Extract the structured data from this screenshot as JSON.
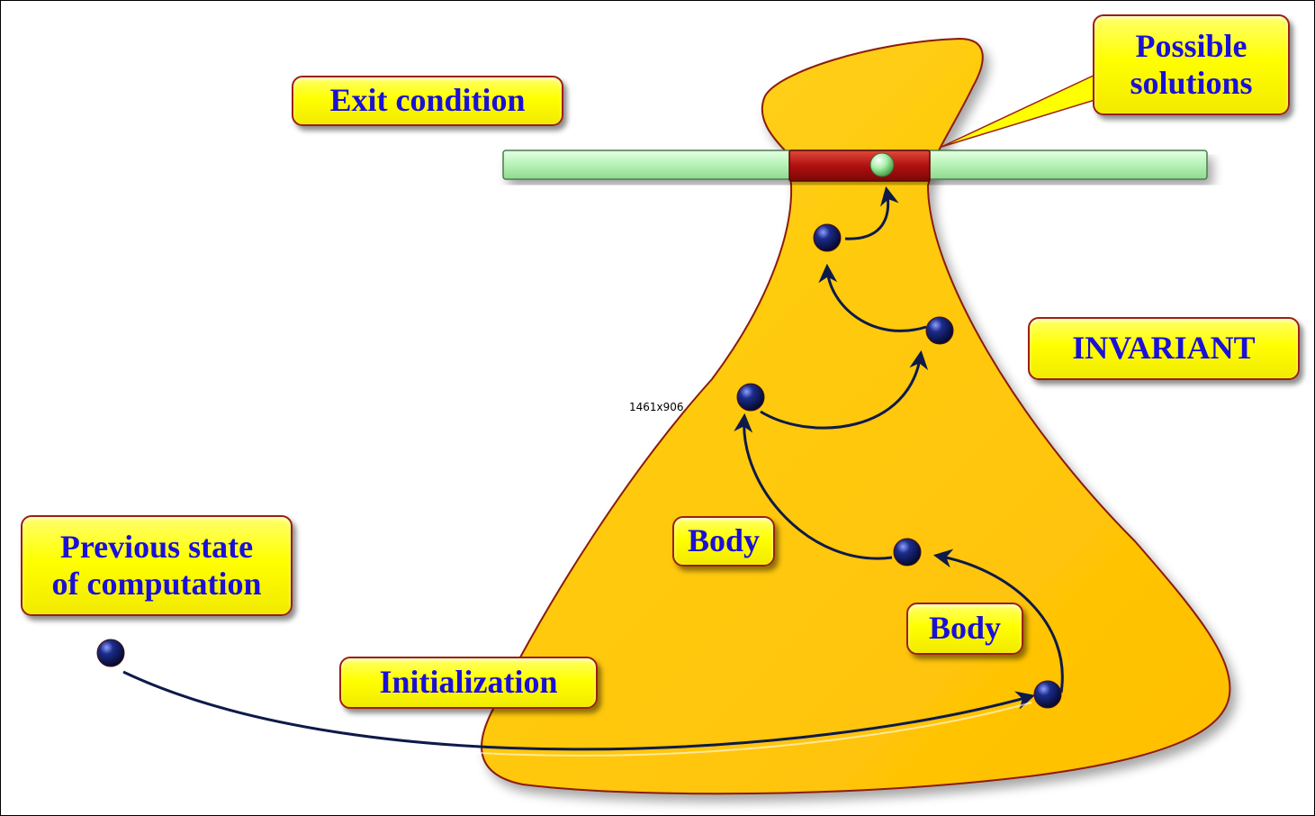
{
  "labels": {
    "exit_condition": "Exit condition",
    "possible_solutions_line1": "Possible",
    "possible_solutions_line2": "solutions",
    "invariant": "INVARIANT",
    "previous_state_line1": "Previous state",
    "previous_state_line2": "of computation",
    "initialization": "Initialization",
    "body_upper": "Body",
    "body_lower": "Body"
  },
  "size_note": "1461x906",
  "colors": {
    "invariant_region": "#ffc800",
    "region_outline": "#8b1a0a",
    "exit_bar": "#b6f2b6",
    "solutions_bar": "#b01010",
    "state_ball": "#0d1a5e",
    "final_ball": "#a8f0a8",
    "label_fill": "#ffff00",
    "label_text": "#1a10d8"
  }
}
